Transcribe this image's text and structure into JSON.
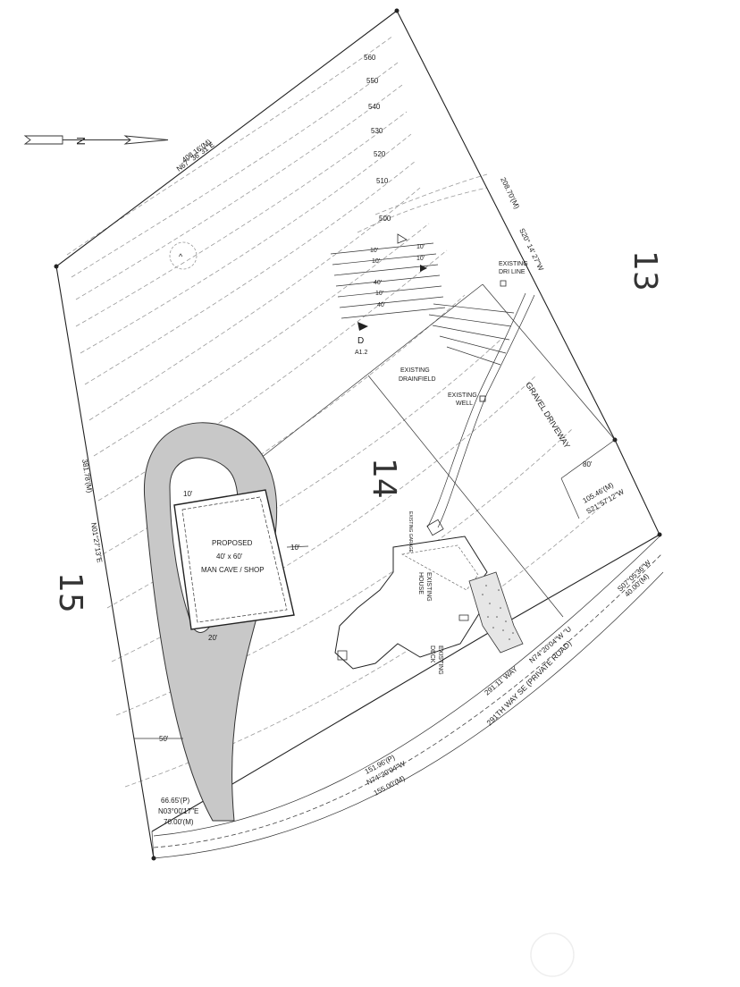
{
  "north_arrow": {
    "label": "N"
  },
  "lots": {
    "left": "15",
    "center": "14",
    "right": "13"
  },
  "bearings": {
    "north_line": "408.16'(M)",
    "north_bearing": "N67° 36' 31\"E",
    "east_line": "208.70'(M)",
    "east_bearing": "S20° 14' 27\"W",
    "west_line": "381.78'(M)",
    "west_bearing": "N01°27'13\"E",
    "sw_corner_p": "66.65'(P)",
    "sw_corner_bearing": "N03°00'17\"E",
    "sw_corner_m": "70.00'(M)",
    "south_p": "151.96'(P)",
    "south_bearing": "N74°20'04\"W",
    "south_m": "155.00'(M)",
    "se_bearing": "S07°05'36\"W",
    "se_m": "40.00'(M)",
    "e_lower_m": "105.46'(M)",
    "e_lower_bearing": "S21°57'12\"W",
    "e_lower_offset": "80'",
    "road_line": "291.11' WAY",
    "road_bearing": "N74°20'04\"W \"U"
  },
  "contours": [
    "560",
    "550",
    "540",
    "530",
    "520",
    "510",
    "500"
  ],
  "drainfield_offsets": [
    "10'",
    "10'",
    "10'",
    "10'",
    "40'",
    "10'",
    "40'"
  ],
  "section_marker": {
    "letter": "D",
    "sheet": "A1.2"
  },
  "labels": {
    "existing_drainfield": [
      "EXISTING",
      "DRAINFIELD"
    ],
    "existing_well": [
      "EXISTING",
      "WELL"
    ],
    "existing_dripline": [
      "EXISTING",
      "DRI LINE"
    ],
    "gravel_driveway": "GRAVEL DRIVEWAY",
    "existing_house": [
      "EXISTING",
      "HOUSE"
    ],
    "existing_deck": [
      "EXISTING",
      "DECK"
    ],
    "existing_garage": "EXISTING GARAGE",
    "proposed": [
      "PROPOSED",
      "40' x 60'",
      "MAN CAVE / SHOP"
    ],
    "setback_10_top": "10'",
    "setback_10_right": "10'",
    "setback_20": "20'",
    "setback_50": "50'",
    "road_name": "291TH WAY SE  (PRIVATE ROAD)"
  }
}
